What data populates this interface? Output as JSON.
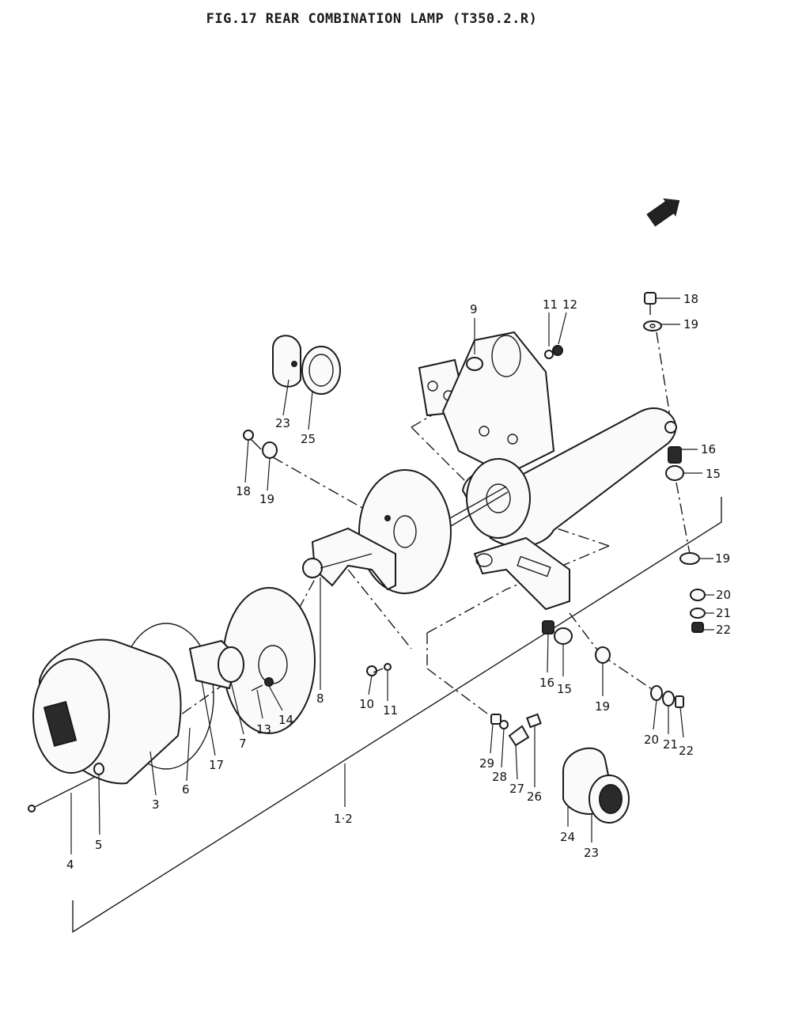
{
  "title": "FIG.17  REAR COMBINATION LAMP (T350.2.R)",
  "icons": {
    "direction": "front-arrow-icon"
  },
  "callouts": [
    {
      "id": "c-9",
      "text": "9"
    },
    {
      "id": "c-11a",
      "text": "11"
    },
    {
      "id": "c-12",
      "text": "12"
    },
    {
      "id": "c-18a",
      "text": "18"
    },
    {
      "id": "c-19a",
      "text": "19"
    },
    {
      "id": "c-16a",
      "text": "16"
    },
    {
      "id": "c-15a",
      "text": "15"
    },
    {
      "id": "c-23a",
      "text": "23"
    },
    {
      "id": "c-25",
      "text": "25"
    },
    {
      "id": "c-18b",
      "text": "18"
    },
    {
      "id": "c-19b",
      "text": "19"
    },
    {
      "id": "c-19c",
      "text": "19"
    },
    {
      "id": "c-20a",
      "text": "20"
    },
    {
      "id": "c-21a",
      "text": "21"
    },
    {
      "id": "c-22a",
      "text": "22"
    },
    {
      "id": "c-16b",
      "text": "16"
    },
    {
      "id": "c-15b",
      "text": "15"
    },
    {
      "id": "c-19d",
      "text": "19"
    },
    {
      "id": "c-20b",
      "text": "20"
    },
    {
      "id": "c-21b",
      "text": "21"
    },
    {
      "id": "c-22b",
      "text": "22"
    },
    {
      "id": "c-8",
      "text": "8"
    },
    {
      "id": "c-10",
      "text": "10"
    },
    {
      "id": "c-11b",
      "text": "11"
    },
    {
      "id": "c-13",
      "text": "13"
    },
    {
      "id": "c-14",
      "text": "14"
    },
    {
      "id": "c-7",
      "text": "7"
    },
    {
      "id": "c-17",
      "text": "17"
    },
    {
      "id": "c-6",
      "text": "6"
    },
    {
      "id": "c-3",
      "text": "3"
    },
    {
      "id": "c-5",
      "text": "5"
    },
    {
      "id": "c-4",
      "text": "4"
    },
    {
      "id": "c-1-2",
      "text": "1·2"
    },
    {
      "id": "c-29",
      "text": "29"
    },
    {
      "id": "c-28",
      "text": "28"
    },
    {
      "id": "c-27",
      "text": "27"
    },
    {
      "id": "c-26",
      "text": "26"
    },
    {
      "id": "c-24",
      "text": "24"
    },
    {
      "id": "c-23b",
      "text": "23"
    }
  ]
}
